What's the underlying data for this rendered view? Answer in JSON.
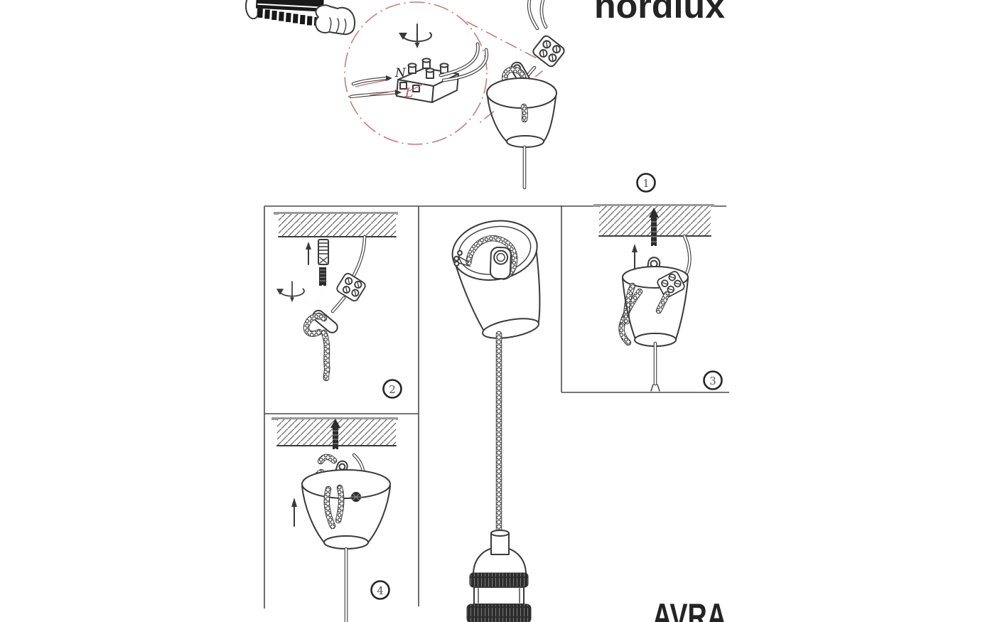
{
  "doc": {
    "brand": "nordlux",
    "model": "AVRA",
    "wiring_labels": {
      "neutral": "N",
      "live": "L"
    },
    "step_badges": [
      "1",
      "2",
      "3",
      "4"
    ]
  },
  "illustration_icons": [
    "hand-with-terminal-strip-icon",
    "magnifier-callout-circle",
    "screw-rotation-arrow-icon",
    "terminal-block-3d-icon",
    "terminal-block-screws-icon",
    "strain-relief-plate-icon",
    "braided-cord",
    "canopy-cup",
    "ceiling-hatch",
    "wall-anchor-icon",
    "ceiling-hook-icon",
    "up-arrow-icon",
    "lamp-socket",
    "step-number-badge"
  ],
  "colors": {
    "paper": "#ffffff",
    "line": "#3a3a3a",
    "accent_red": "#c47d7d",
    "dark_fill": "#2d2d2d",
    "hatch_gray": "#6a6a6a",
    "badge_gray": "#555555"
  }
}
